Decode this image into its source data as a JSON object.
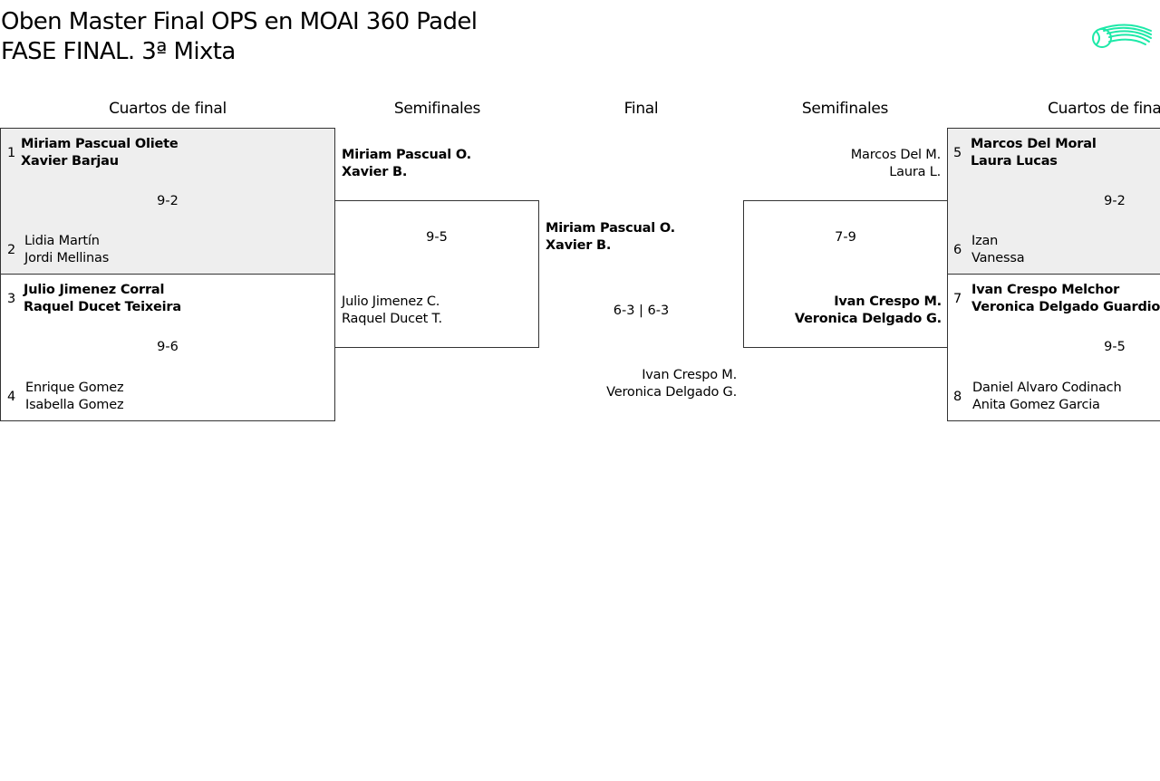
{
  "header": {
    "title_line1": "Oben Master Final OPS en MOAI 360 Padel",
    "title_line2": "FASE FINAL. 3ª Mixta",
    "logo_icon": "tennis-ball-logo-icon",
    "accent_color": "#1de9a8"
  },
  "columns": {
    "left_quarters": "Cuartos de final",
    "left_semis": "Semifinales",
    "final": "Final",
    "right_semis": "Semifinales",
    "right_quarters": "Cuartos de final"
  },
  "left_quarters": [
    {
      "seed_a": "1",
      "a1": "Miriam Pascual Oliete",
      "a2": "Xavier Barjau",
      "score": "9-2",
      "seed_b": "2",
      "b1": "Lidia Martín",
      "b2": "Jordi Mellinas"
    },
    {
      "seed_a": "3",
      "a1": "Julio Jimenez Corral",
      "a2": "Raquel Ducet Teixeira",
      "score": "9-6",
      "seed_b": "4",
      "b1": "Enrique Gomez",
      "b2": "Isabella Gomez"
    }
  ],
  "left_semi": {
    "a1": "Miriam Pascual O.",
    "a2": "Xavier B.",
    "score": "9-5",
    "b1": "Julio Jimenez C.",
    "b2": "Raquel Ducet T."
  },
  "final": {
    "a1": "Miriam Pascual O.",
    "a2": "Xavier B.",
    "score": "6-3 | 6-3",
    "b1": "Ivan Crespo M.",
    "b2": "Veronica Delgado G."
  },
  "right_semi": {
    "a1": "Marcos Del M.",
    "a2": "Laura L.",
    "score": "7-9",
    "b1": "Ivan Crespo M.",
    "b2": "Veronica Delgado G."
  },
  "right_quarters": [
    {
      "seed_a": "5",
      "a1": "Marcos Del Moral",
      "a2": "Laura Lucas",
      "score": "9-2",
      "seed_b": "6",
      "b1": "Izan",
      "b2": "Vanessa"
    },
    {
      "seed_a": "7",
      "a1": "Ivan Crespo Melchor",
      "a2": "Veronica Delgado Guardiola",
      "score": "9-5",
      "seed_b": "8",
      "b1": "Daniel Alvaro Codinach",
      "b2": "Anita Gomez Garcia"
    }
  ]
}
